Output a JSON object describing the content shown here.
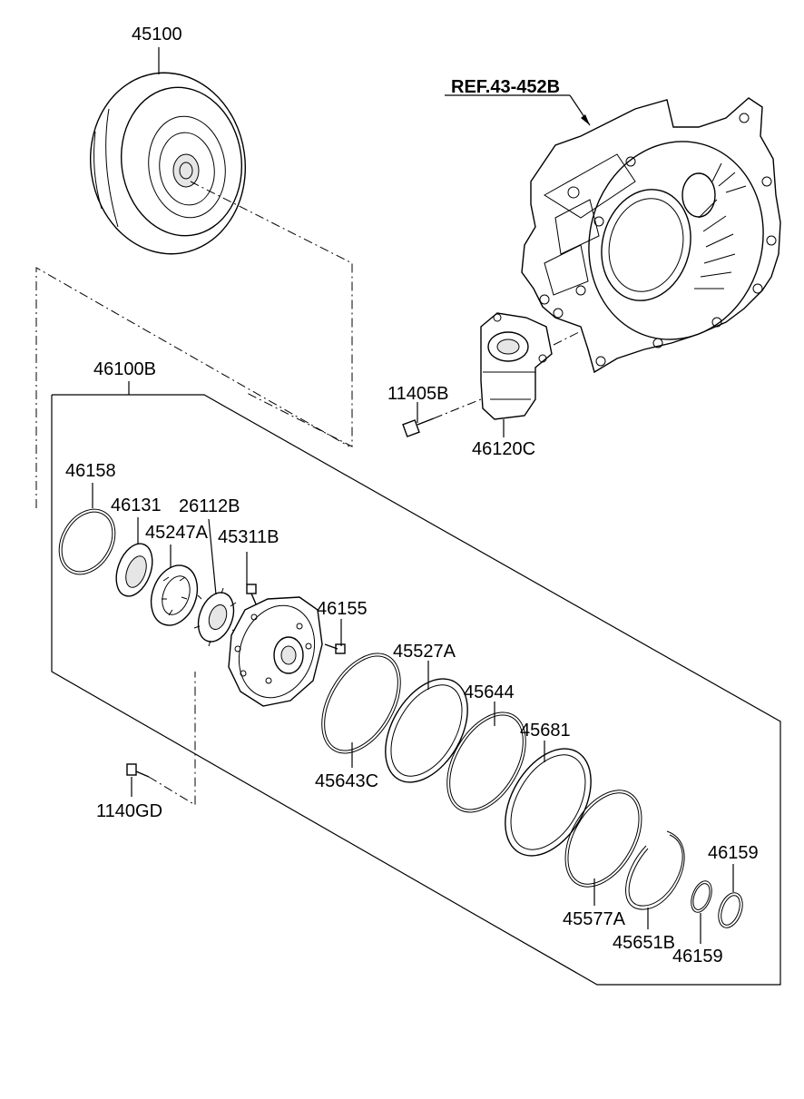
{
  "labels": {
    "p45100": "45100",
    "ref": "REF.43-452B",
    "p46100B": "46100B",
    "p11405B": "11405B",
    "p46120C": "46120C",
    "p46158": "46158",
    "p46131": "46131",
    "p26112B": "26112B",
    "p45247A": "45247A",
    "p45311B": "45311B",
    "p46155": "46155",
    "p45527A": "45527A",
    "p45644": "45644",
    "p45681": "45681",
    "p45643C": "45643C",
    "p1140GD": "1140GD",
    "p46159_top": "46159",
    "p45577A": "45577A",
    "p45651B": "45651B",
    "p46159_bottom": "46159"
  }
}
